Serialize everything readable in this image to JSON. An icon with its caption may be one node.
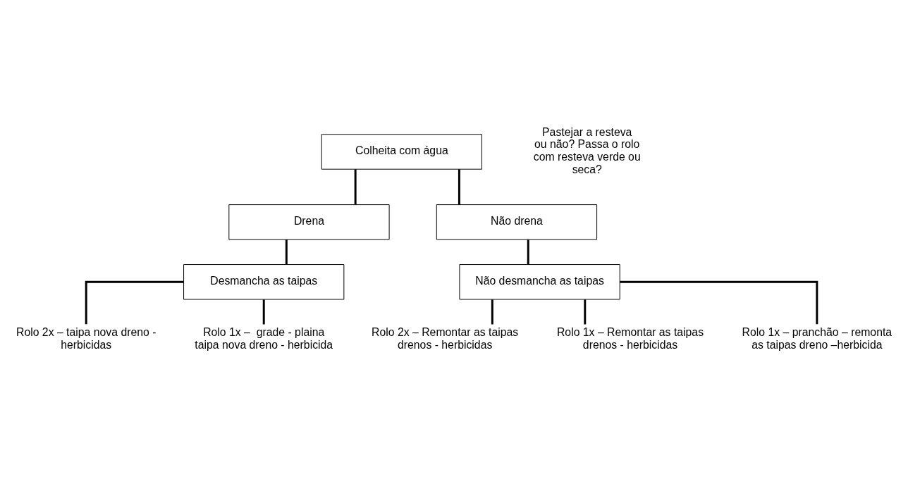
{
  "diagram": {
    "nodes": [
      {
        "text": [
          "Colheita com água"
        ]
      },
      {
        "text": [
          "Drena"
        ]
      },
      {
        "text": [
          "Não drena"
        ]
      },
      {
        "text": [
          "Desmancha as taipas"
        ]
      },
      {
        "text": [
          "Não desmancha as taipas"
        ]
      },
      {
        "text": [
          "Rolo 2x – taipa nova dreno - herbicidas"
        ]
      },
      {
        "text": [
          "Rolo 1x –  grade - plaina taipa nova dreno - herbicida"
        ]
      },
      {
        "text": [
          "Rolo 2x – Remontar as taipas drenos - herbicidas"
        ]
      },
      {
        "text": [
          "Rolo 1x – Remontar as taipas drenos - herbicidas"
        ]
      },
      {
        "text": [
          "Rolo 1x – pranchão – remonta as taipas dreno –herbicida"
        ]
      }
    ],
    "edges": [
      {
        "from": 0,
        "to": 1,
        "arrow": "none"
      },
      {
        "from": 0,
        "to": 2,
        "arrow": "none"
      },
      {
        "from": 1,
        "to": 3,
        "arrow": "none"
      },
      {
        "from": 2,
        "to": 4,
        "arrow": "none"
      },
      {
        "from": 3,
        "to": 5,
        "arrow": "none"
      },
      {
        "from": 3,
        "to": 6,
        "arrow": "none"
      },
      {
        "from": 4,
        "to": 7,
        "arrow": "none"
      },
      {
        "from": 4,
        "to": 8,
        "arrow": "none"
      },
      {
        "from": 4,
        "to": 9,
        "arrow": "none"
      }
    ],
    "labels": [
      "Pastejar a resteva ou não? Passa o rolo com resteva verde ou seca?"
    ]
  }
}
